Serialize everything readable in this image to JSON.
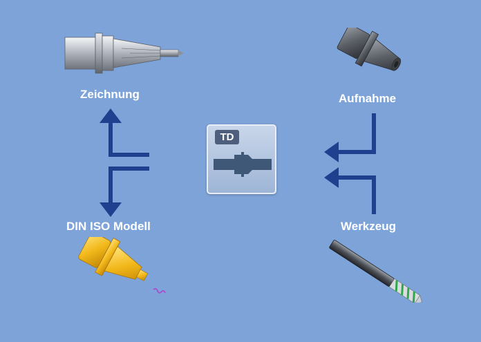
{
  "labels": {
    "zeichnung": "Zeichnung",
    "aufnahme": "Aufnahme",
    "din_iso_modell": "DIN ISO Modell",
    "werkzeug": "Werkzeug"
  },
  "logo": {
    "badge_text": "TD"
  },
  "icons": {
    "top_left": "tool-holder-drawing-icon",
    "top_right": "tool-holder-icon",
    "bottom_left": "din-iso-model-icon",
    "bottom_right": "drill-bit-icon"
  },
  "colors": {
    "background": "#7ea3d8",
    "arrow": "#1f3f8f",
    "label": "#ffffff"
  }
}
